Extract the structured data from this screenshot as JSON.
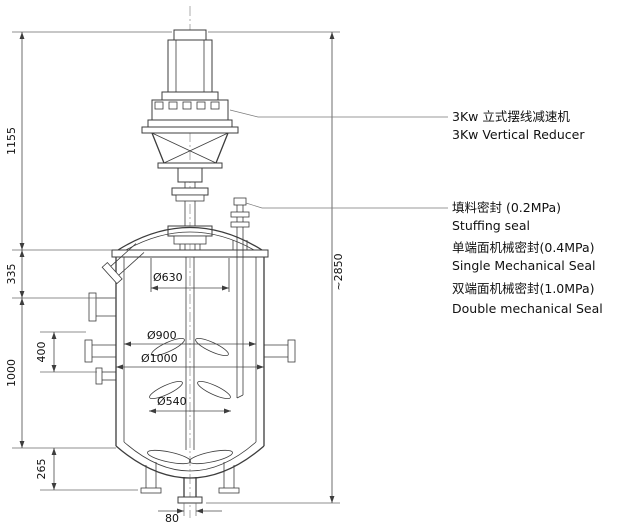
{
  "drawing": {
    "type": "reactor-general-assembly-drawing",
    "dims": {
      "d1155": "1155",
      "d335": "335",
      "d400": "400",
      "d1000": "1000",
      "d265": "265",
      "overall": "~2850",
      "dia630": "Ø630",
      "dia900": "Ø900",
      "dia1000": "Ø1000",
      "dia540": "Ø540",
      "d80": "80"
    },
    "notes": {
      "reducer_cn": "3Kw 立式摆线减速机",
      "reducer_en": "3Kw Vertical Reducer",
      "stuffing_cn": "填料密封 (0.2MPa)",
      "stuffing_en": "Stuffing seal",
      "single_cn": "单端面机械密封(0.4MPa)",
      "single_en": "Single Mechanical Seal",
      "double_cn": "双端面机械密封(1.0MPa)",
      "double_en": "Double mechanical Seal"
    },
    "colors": {
      "line": "#3d3d3d",
      "dimension": "#4a4a4a",
      "text": "#111111",
      "background": "#ffffff"
    }
  }
}
